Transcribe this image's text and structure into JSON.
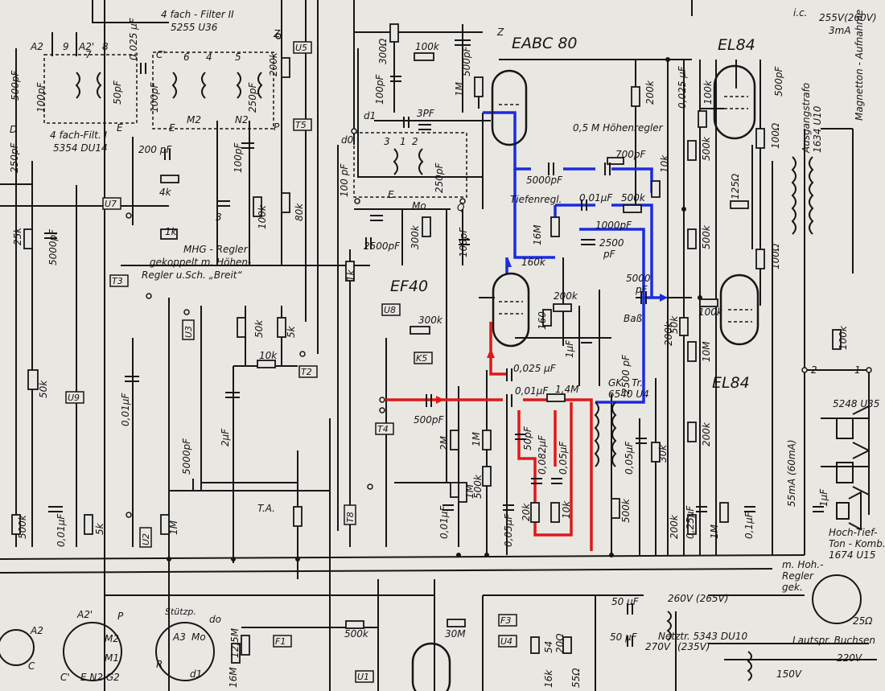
{
  "colors": {
    "paper": "#e9e7e2",
    "ink": "#161616",
    "treble_path": "#1b2be0",
    "bass_path": "#e01818"
  },
  "tubes": {
    "eabc80": "EABC 80",
    "el84_top": "EL84",
    "el84_bottom": "EL84",
    "ef40": "EF40"
  },
  "labels": {
    "filter2_title": "4 fach - Filter II",
    "filter2_code": "5255 U36",
    "filter1_title": "4 fach-Filt. I",
    "filter1_code": "5354 DU14",
    "treble_control": "0,5 M Höhenregler",
    "bass_control": "Tiefenregl.",
    "mhg_regler": "MHG - Regler",
    "mhg_regler_2": "gekoppelt m. Höhen-",
    "mhg_regler_3": "Regler u.Sch. „Breit“",
    "bass_switch": "Baß",
    "gk_trafo": "GK - Tr.",
    "gk_trafo_code": "6540 U4",
    "output_trafo": "Ausgangstrafo",
    "output_trafo_code": "1634 U10",
    "tape_output": "Magnetton - Aufnahme",
    "speaker1": "5248 U35",
    "speaker_combo": "Hoch-Tief-",
    "speaker_combo_2": "Ton - Komb.",
    "speaker_combo_code": "1674 U15",
    "current_55": "55mA (60mA)",
    "ta": "T.A.",
    "mains_trafo": "Netztr. 5343 DU10",
    "speaker_sockets": "Lautspr. Buchsen",
    "voltage_top": "255V(260V)",
    "current_top": "3mA",
    "ic": "i.c.",
    "hoh_regler": "m. Hoh.-",
    "hoh_regler_2": "Regler",
    "hoh_regler_3": "gek.",
    "v_260": "260V (265V)",
    "v_270": "270V",
    "v_235": "(235V)",
    "v_220": "220V",
    "v_150": "150V",
    "ohm_25": "25Ω",
    "stutzp": "Stützp."
  },
  "components": {
    "r_100k_top": "100k",
    "c_500pf_top": "500pF",
    "r_300_ohm": "300Ω",
    "c_3pf": "3PF",
    "r_1M": "1M",
    "r_200k_a": "200k",
    "c_0025": "0,025 μF",
    "r_100k_b": "100k",
    "c_500pf_b": "500pF",
    "c_5000pf": "5000pF",
    "c_700pf": "700pF",
    "r_10k": "10k",
    "c_001": "0,01μF",
    "r_500k": "500k",
    "c_1000pf": "1000pF",
    "r_16M": "16M",
    "c_2500pf": "2500",
    "c_2500pf_b": "pF",
    "r_160k": "160k",
    "r_200k_b": "200k",
    "r_160": "160",
    "c_1uf": "1μF",
    "c_0025b": "0,025 μF",
    "c_001b": "0,01μF",
    "r_14M": "1,4M",
    "c_500pf_c": "500pF",
    "r_300k": "300k",
    "c_2500_pf": "2500 pF",
    "c_5000pf_b": "5000",
    "c_5000pf_c": "pF",
    "r_100k_c": "100k",
    "r_10M": "10M",
    "r_50k": "50k",
    "r_500k_b": "500k",
    "r_500k_c": "500k",
    "r_100_ohm": "100Ω",
    "r_125_ohm": "125Ω",
    "r_100k_d": "100k",
    "r_200k_c": "200k",
    "r_100k_e": "100k",
    "c_50pf": "50pF",
    "c_082": "0,082μF",
    "c_005": "0,05μF",
    "r_20k": "20k",
    "r_10k_b": "10k",
    "c_005b": "0,05μF",
    "c_005c": "0,05μF",
    "r_30k": "30k",
    "r_500k_d": "500k",
    "r_200k_d": "200k",
    "c_025": "0,25μF",
    "r_1M_b": "1M",
    "c_01": "0,1μF",
    "c_1uf_b": "1μF",
    "r_100k_f": "100k",
    "r_2M": "2M",
    "r_1M_c": "1M",
    "r_500k_e": "500k",
    "r_1M_d": "1M",
    "c_001c": "0,01μF",
    "c_005d": "0,05μF",
    "r_1k": "1k",
    "c_2500pf_c": "2500pF",
    "r_300k_b": "300k",
    "c_100pf": "100pF",
    "r_80k": "80k",
    "r_200k_e": "200k",
    "r_25k": "25k",
    "c_5000pf_d": "5000pF",
    "r_50k_b": "50k",
    "r_10k_c": "10k",
    "r_5k": "5k",
    "c_001d": "0,01μF",
    "r_1k_b": "1k",
    "c_2uf": "2μF",
    "c_5000pf_e": "5000pF",
    "r_1M_e": "1M",
    "r_5k_b": "5k",
    "c_001e": "0,01μF",
    "r_500k_f": "500k",
    "r_4k": "4k",
    "c_200pf": "200 pF",
    "r_100k_g": "100k",
    "r_3": "3",
    "c_100pf_b": "100pF",
    "r_100pf": "100pF",
    "r_200k_f": "200k",
    "c_500pf_d": "500pF",
    "c_100pf_c": "100pF",
    "c_250pf": "250pF",
    "r_50pf": "50pF",
    "r_30M": "30M",
    "r_500k_g": "500k",
    "r_54": "54",
    "c_200": "20Ω",
    "r_16k": "16k",
    "r_55": "55Ω",
    "r_16M_b": "16M",
    "r_125M": "12,5M",
    "c_50uf": "50 μF",
    "c_50uf_b": "50 μF",
    "c_250pf_b": "250pF",
    "c_100pf_d": "100 pF",
    "c_0025c": "0,025 μF",
    "r_200k_g": "200k",
    "c_100pf_e": "100pF"
  },
  "switches": {
    "u5": "U5",
    "t5": "T5",
    "u7": "U7",
    "t3": "T3",
    "u3": "U3",
    "u8": "U8",
    "k5": "K5",
    "t2": "T2",
    "t4": "T4",
    "u9": "U9",
    "u2": "U2",
    "t8": "T8",
    "u1": "U1",
    "f1": "F1",
    "f3": "F3",
    "u4": "U4"
  },
  "terminals": {
    "z": "Z",
    "z2": "Z",
    "a2": "A2",
    "a2p": "A2'",
    "d": "D",
    "e": "E",
    "m1": "M1",
    "m2": "M2",
    "n2": "N2",
    "p": "P",
    "c": "C'",
    "d1": "d1",
    "d0": "d0",
    "e2": "E",
    "mo": "Mo",
    "q": "Q",
    "n": "1",
    "t2": "2",
    "sock_a2": "A2'",
    "sock_p": "P",
    "sock_m2": "M2",
    "sock_m1": "M1",
    "sock_e": "E N2 G2",
    "sock_c": "C",
    "sock_c2": "C'",
    "sock_d0": "do",
    "sock_a3": "A3",
    "sock_mo": "Mo",
    "sock_r": "R",
    "sock_d1": "d1",
    "sock_a": "A2",
    "coil6": "6",
    "coil4": "4",
    "coil5": "5",
    "coil7": "7",
    "coil8": "8",
    "coil9": "9",
    "coil3": "3",
    "coil1": "1",
    "coil2": "2"
  }
}
